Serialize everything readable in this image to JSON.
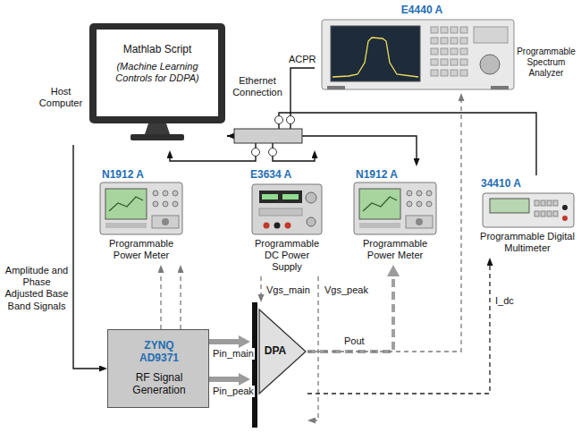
{
  "diagram": {
    "nodes": [
      {
        "text": [
          "Host Computer",
          "Mathlab Script",
          "(Machine Learning Controls for DDPA)"
        ]
      },
      {
        "text": [
          "E4440 A",
          "Programmable Spectrum Analyzer"
        ]
      },
      {
        "text": [
          "N1912 A",
          "Programmable Power Meter"
        ]
      },
      {
        "text": [
          "E3634 A",
          "Programmable DC Power Supply"
        ]
      },
      {
        "text": [
          "N1912 A",
          "Programmable Power Meter"
        ]
      },
      {
        "text": [
          "34410 A",
          "Programmable Digital Multimeter"
        ]
      },
      {
        "text": [
          "ZYNQ AD9371",
          "RF Signal Generation"
        ]
      },
      {
        "text": [
          "DPA"
        ]
      }
    ],
    "edges": [
      {
        "from": 0,
        "to": 2,
        "arrow": "to"
      },
      {
        "from": 0,
        "to": 3,
        "arrow": "to"
      },
      {
        "from": 0,
        "to": 4,
        "arrow": "to"
      },
      {
        "from": 5,
        "to": 0,
        "arrow": "to"
      },
      {
        "from": 1,
        "to": 0,
        "label": "ACPR",
        "arrow": "to"
      },
      {
        "from": 0,
        "to": 6,
        "label": "Amplitude and Phase Adjusted Base Band Signals",
        "arrow": "to"
      },
      {
        "from": 6,
        "to": 7,
        "label": "Pin_main",
        "arrow": "to"
      },
      {
        "from": 6,
        "to": 7,
        "label": "Pin_peak",
        "arrow": "to"
      },
      {
        "from": 6,
        "to": 2,
        "arrow": "to"
      },
      {
        "from": 6,
        "to": 2,
        "arrow": "to"
      },
      {
        "from": 3,
        "to": 7,
        "label": "Vgs_main",
        "arrow": "to"
      },
      {
        "from": 3,
        "to": 7,
        "label": "Vgs_peak",
        "arrow": "to"
      },
      {
        "from": 7,
        "to": 4,
        "label": "Pout",
        "arrow": "to"
      },
      {
        "from": 7,
        "to": 1,
        "arrow": "to"
      },
      {
        "from": 7,
        "to": 5,
        "label": "I_dc",
        "arrow": "to"
      }
    ],
    "labels": [
      "Ethernet Connection"
    ]
  }
}
